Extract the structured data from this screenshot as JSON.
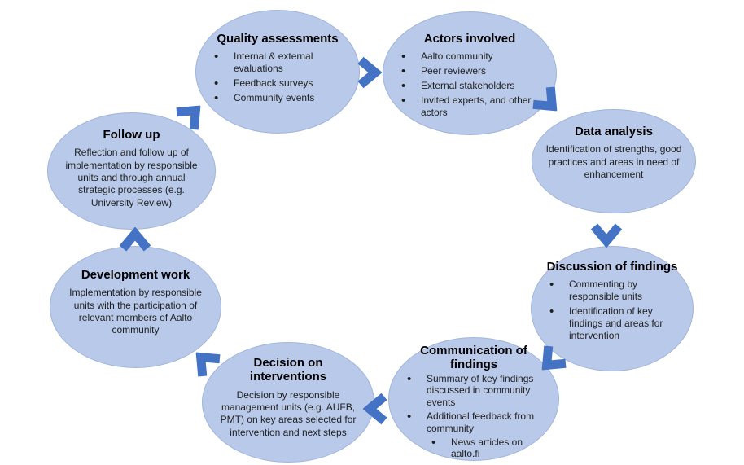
{
  "diagram_type": "circular-process-cycle",
  "colors": {
    "node_fill": "#B9C9E9",
    "node_border": "#A0B4DD",
    "arrow": "#4472C4",
    "heading_text": "#000000",
    "body_text": "#1F1F1F",
    "background": "#FFFFFF"
  },
  "nodes": [
    {
      "id": "quality-assessments",
      "title": "Quality assessments",
      "bullets": [
        "Internal & external evaluations",
        "Feedback surveys",
        "Community events"
      ]
    },
    {
      "id": "actors-involved",
      "title": "Actors involved",
      "bullets": [
        "Aalto community",
        "Peer reviewers",
        "External stakeholders",
        "Invited experts, and other actors"
      ]
    },
    {
      "id": "data-analysis",
      "title": "Data analysis",
      "text": "Identification of strengths, good practices and areas in need of enhancement"
    },
    {
      "id": "discussion-of-findings",
      "title": "Discussion of findings",
      "bullets": [
        "Commenting by responsible units",
        "Identification of key findings and areas for intervention"
      ]
    },
    {
      "id": "communication-of-findings",
      "title": "Communication of findings",
      "bullets": [
        "Summary of key findings discussed in community events",
        "Additional feedback from community",
        {
          "text": "News articles on aalto.fi",
          "indent": true
        }
      ]
    },
    {
      "id": "decision-on-interventions",
      "title": "Decision on interventions",
      "text": "Decision by responsible management units (e.g. AUFB, PMT) on key areas selected for intervention and next steps"
    },
    {
      "id": "development-work",
      "title": "Development work",
      "text": "Implementation by responsible units with the participation of relevant members of Aalto community"
    },
    {
      "id": "follow-up",
      "title": "Follow up",
      "text": "Reflection and follow up of implementation by responsible units and through annual strategic processes (e.g. University Review)"
    }
  ],
  "arrows": [
    {
      "from": "quality-assessments",
      "to": "actors-involved",
      "direction": "right"
    },
    {
      "from": "actors-involved",
      "to": "data-analysis",
      "direction": "down-right"
    },
    {
      "from": "data-analysis",
      "to": "discussion-of-findings",
      "direction": "down"
    },
    {
      "from": "discussion-of-findings",
      "to": "communication-of-findings",
      "direction": "down-left"
    },
    {
      "from": "communication-of-findings",
      "to": "decision-on-interventions",
      "direction": "left"
    },
    {
      "from": "decision-on-interventions",
      "to": "development-work",
      "direction": "up-left"
    },
    {
      "from": "development-work",
      "to": "follow-up",
      "direction": "up"
    },
    {
      "from": "follow-up",
      "to": "quality-assessments",
      "direction": "up-right"
    }
  ]
}
